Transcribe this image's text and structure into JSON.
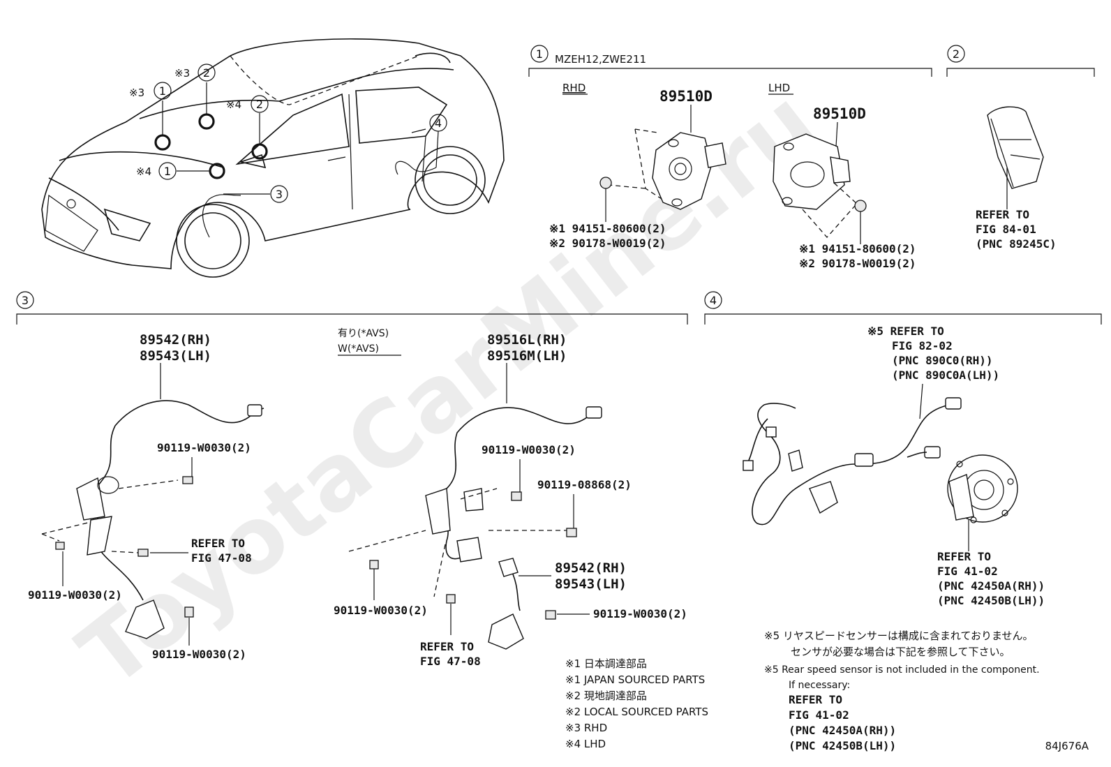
{
  "watermark": "ToyotaCarMine.ru",
  "diagram_code": "84J676A",
  "car_callouts": [
    {
      "mark": "※3",
      "num": "1"
    },
    {
      "mark": "※3",
      "num": "2"
    },
    {
      "mark": "※4",
      "num": "2"
    },
    {
      "mark": "※4",
      "num": "1"
    },
    {
      "num": "3"
    },
    {
      "num": "4"
    }
  ],
  "section1": {
    "num": "1",
    "models": "MZEH12,ZWE211",
    "rhd_label": "RHD",
    "lhd_label": "LHD",
    "rhd_part": "89510D",
    "lhd_part": "89510D",
    "rhd_notes": [
      "※1 94151-80600(2)",
      "※2 90178-W0019(2)"
    ],
    "lhd_notes": [
      "※1 94151-80600(2)",
      "※2 90178-W0019(2)"
    ]
  },
  "section2": {
    "num": "2",
    "refer": [
      "REFER TO",
      "FIG 84-01",
      "(PNC 89245C)"
    ]
  },
  "section3": {
    "num": "3",
    "left_part": [
      "89542(RH)",
      "89543(LH)"
    ],
    "left_bolt_a": "90119-W0030(2)",
    "left_refer": [
      "REFER TO",
      "FIG 47-08"
    ],
    "left_bolt_b": "90119-W0030(2)",
    "left_bolt_c": "90119-W0030(2)",
    "avs_note": [
      "有り(*AVS)",
      "W(*AVS)"
    ],
    "mid_part": [
      "89516L(RH)",
      "89516M(LH)"
    ],
    "mid_bolt_a": "90119-W0030(2)",
    "mid_bolt_b": "90119-08868(2)",
    "mid_part2": [
      "89542(RH)",
      "89543(LH)"
    ],
    "mid_bolt_c": "90119-W0030(2)",
    "mid_bolt_d": "90119-W0030(2)",
    "mid_refer": [
      "REFER TO",
      "FIG 47-08"
    ]
  },
  "section4": {
    "num": "4",
    "refer_top": [
      "※5 REFER TO",
      "FIG 82-02",
      "(PNC 890C0(RH))",
      "(PNC 890C0A(LH))"
    ],
    "refer_hub": [
      "REFER TO",
      "FIG 41-02",
      "(PNC 42450A(RH))",
      "(PNC 42450B(LH))"
    ]
  },
  "legend": [
    "※1 日本調達部品",
    "※1 JAPAN SOURCED PARTS",
    "※2 現地調達部品",
    "※2 LOCAL SOURCED PARTS",
    "※3 RHD",
    "※4 LHD"
  ],
  "note5": {
    "jp1": "※5 リヤスピードセンサーは構成に含まれておりません。",
    "jp2": "センサが必要な場合は下記を参照して下さい。",
    "en1": "※5 Rear speed sensor is not included in the component.",
    "en2": "If necessary:",
    "refer": [
      "REFER TO",
      "FIG 41-02",
      "(PNC 42450A(RH))",
      "(PNC 42450B(LH))"
    ]
  }
}
